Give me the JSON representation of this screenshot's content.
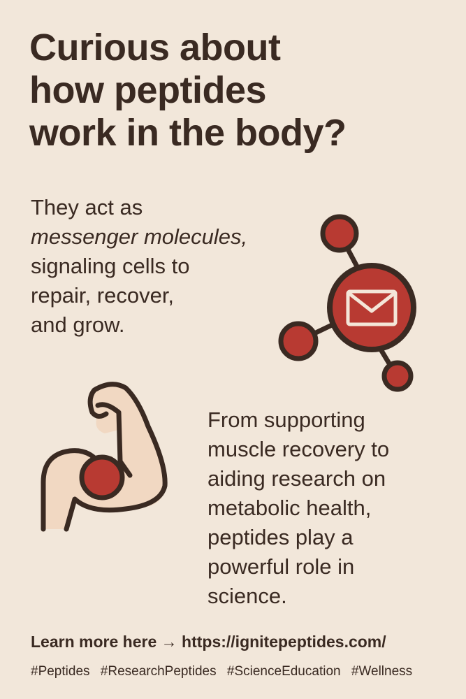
{
  "headline": {
    "lines": [
      "Curious about",
      "how peptides",
      "work in the body?"
    ]
  },
  "intro": {
    "lines": [
      "They act as",
      "messenger molecules,",
      "signaling cells to",
      "repair, recover,",
      "and grow."
    ],
    "emphasized_line_index": 1
  },
  "body": {
    "lines": [
      "From supporting",
      "muscle recovery to",
      "aiding research on",
      "metabolic health,",
      "peptides play a",
      "powerful role in",
      "science."
    ]
  },
  "cta": {
    "label": "Learn more here",
    "arrow": "→",
    "url": "https://ignitepeptides.com/"
  },
  "hashtags": [
    "#Peptides",
    "#ResearchPeptides",
    "#ScienceEducation",
    "#Wellness"
  ],
  "icons": {
    "molecule": "molecule-envelope-icon",
    "muscle": "flexed-bicep-icon"
  },
  "colors": {
    "background": "#f2e7da",
    "text": "#3a2a22",
    "accent_red": "#b83a32",
    "skin": "#f1d8c2",
    "outline": "#3a2a22"
  }
}
